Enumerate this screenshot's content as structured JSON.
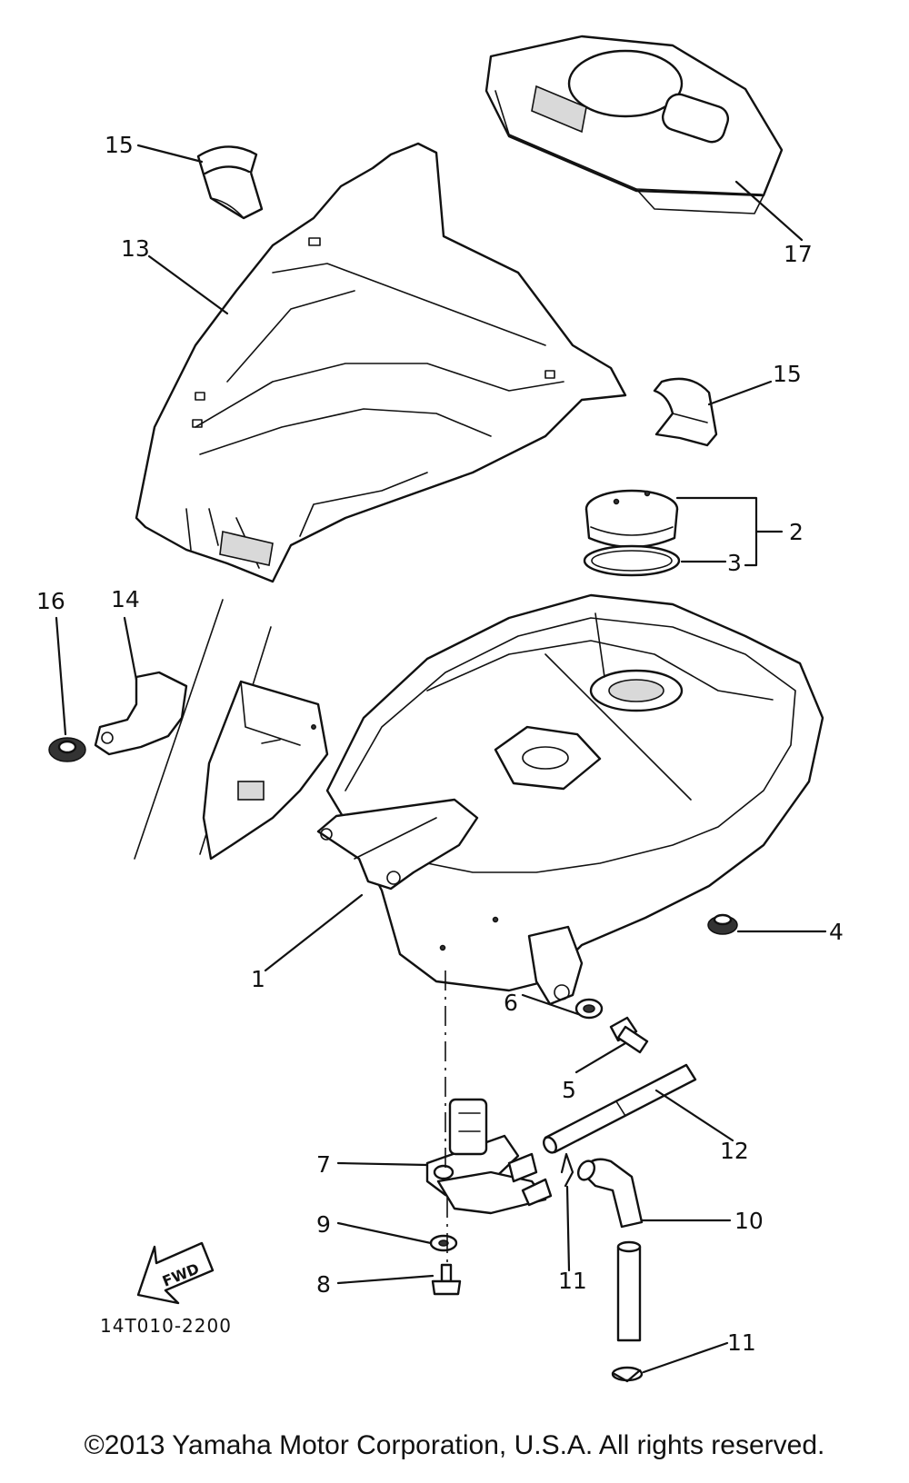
{
  "diagram": {
    "callouts": {
      "c1": "1",
      "c2": "2",
      "c3": "3",
      "c4": "4",
      "c5": "5",
      "c6": "6",
      "c7": "7",
      "c8": "8",
      "c9": "9",
      "c10": "10",
      "c11a": "11",
      "c11b": "11",
      "c12": "12",
      "c13": "13",
      "c14": "14",
      "c15a": "15",
      "c15b": "15",
      "c16": "16",
      "c17": "17"
    },
    "fwd_label": "FWD",
    "diagram_code": "14T010-2200"
  },
  "footer": {
    "copyright": "©2013 Yamaha Motor Corporation, U.S.A. All rights reserved."
  }
}
